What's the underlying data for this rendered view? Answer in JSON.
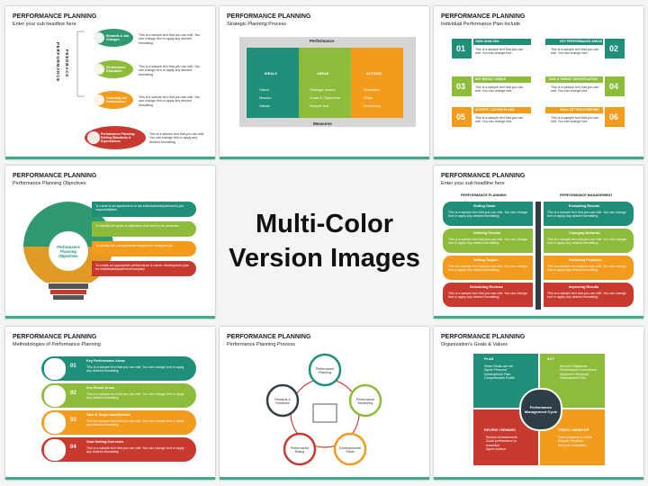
{
  "center": {
    "line1": "Multi-Color",
    "line2": "Version Images"
  },
  "colors": {
    "green": "#2f9a6f",
    "lime": "#8dbb3a",
    "orange": "#f39b1d",
    "red": "#c83a2f",
    "teal": "#1f8f7a",
    "dark": "#2f3e46"
  },
  "s1": {
    "title": "PERFORMANCE PLANNING",
    "sub": "Enter your sub headline here",
    "vertical": [
      "PERFORMANCE",
      "FEEDBACK"
    ],
    "items": [
      {
        "label": "Rewards & Job Changes",
        "text": "This is a sample text that you can edit. You can change font or apply any desired formatting"
      },
      {
        "label": "Performance Evaluation",
        "text": "This is a sample text that you can edit. You can change font or apply any desired formatting"
      },
      {
        "label": "Coaching Job Performance",
        "text": "This is a sample text that you can edit. You can change font or apply any desired formatting"
      },
      {
        "label": "Performance Planning: Setting Standards & Expectations",
        "text": "This is a sample text that you can edit. You can change font or apply any desired formatting"
      }
    ]
  },
  "s2": {
    "title": "PERFORMANCE PLANNING",
    "sub": "Strategic Planning Process",
    "top": "Performance",
    "bottom": "Measures",
    "cols": [
      {
        "head": "IDEALS",
        "items": [
          "Vision",
          "Mission",
          "Values"
        ]
      },
      {
        "head": "AREAS",
        "items": [
          "Strategic Issues",
          "Goals & Objectives",
          "Sample text"
        ]
      },
      {
        "head": "ACTIONS",
        "items": [
          "Strategies",
          "Steps",
          "Monitoring"
        ]
      }
    ]
  },
  "s3": {
    "title": "PERFORMANCE PLANNING",
    "sub": "Individual Performance Plan Include",
    "items": [
      {
        "num": "01",
        "head": "TASK ANALYSIS",
        "text": "This is a sample text that you can edit. You can change font."
      },
      {
        "num": "02",
        "head": "KEY PERFORMANCE AREAS",
        "text": "This is a sample text that you can edit. You can change font."
      },
      {
        "num": "03",
        "head": "KEY RESULT AREAS",
        "text": "This is a sample text that you can edit. You can change font."
      },
      {
        "num": "04",
        "head": "TASK & TARGET IDENTIFICATION",
        "text": "This is a sample text that you can edit. You can change font."
      },
      {
        "num": "05",
        "head": "ACTIVITY / ACTION PLANS",
        "text": "This is a sample text that you can edit. You can change font."
      },
      {
        "num": "06",
        "head": "GOAL SETTING EXERCISE",
        "text": "This is a sample text that you can edit. You can change font."
      }
    ]
  },
  "s4": {
    "title": "PERFORMANCE PLANNING",
    "sub": "Performance Planning Objectives",
    "bulb": "Performance Planning Objectives",
    "items": [
      "To come to an agreement on the individual's/department's job responsibilities",
      "To identify the goals & objectives that need to be achieved",
      "To identify the competencies required for doing the job",
      "To create an appropriate performance & career development plan for individual/department/company"
    ]
  },
  "s6": {
    "title": "PERFORMANCE PLANNING",
    "sub": "Enter your sub headline here",
    "left_head": "PERFORMANCE PLANNING",
    "right_head": "PERFORMANCE MANAGEMENT",
    "left": [
      {
        "head": "Setting Goals",
        "text": "This is a sample text that you can edit. You can change font or apply any desired formatting"
      },
      {
        "head": "Defining Results",
        "text": "This is a sample text that you can edit. You can change font or apply any desired formatting"
      },
      {
        "head": "Setting Targets",
        "text": "This is a sample text that you can edit. You can change font or apply any desired formatting"
      },
      {
        "head": "Scheduling Reviews",
        "text": "This is a sample text that you can edit. You can change font or apply any desired formatting"
      }
    ],
    "right": [
      {
        "head": "Evaluating Results",
        "text": "This is a sample text that you can edit. You can change font or apply any desired formatting"
      },
      {
        "head": "Changing Behavior",
        "text": "This is a sample text that you can edit. You can change font or apply any desired formatting"
      },
      {
        "head": "Resolving Problems",
        "text": "This is a sample text that you can edit. You can change font or apply any desired formatting"
      },
      {
        "head": "Improving Results",
        "text": "This is a sample text that you can edit. You can change font or apply any desired formatting"
      }
    ]
  },
  "s7": {
    "title": "PERFORMANCE PLANNING",
    "sub": "Methodologies of Performance Planning",
    "items": [
      {
        "num": "01",
        "head": "Key Performance Areas",
        "text": "This is a sample text that you can edit. You can change font or apply any desired formatting"
      },
      {
        "num": "02",
        "head": "Key Result Areas",
        "text": "This is a sample text that you can edit. You can change font or apply any desired formatting"
      },
      {
        "num": "03",
        "head": "Task & Target Identification",
        "text": "This is a sample text that you can edit. You can change font or apply any desired formatting"
      },
      {
        "num": "04",
        "head": "Goal Setting Exercises",
        "text": "This is a sample text that you can edit. You can change font or apply any desired formatting"
      }
    ]
  },
  "s8": {
    "title": "PERFORMANCE PLANNING",
    "sub": "Performance Planning Process",
    "nodes": [
      "Performance Planning",
      "Performance Monitoring",
      "Developmental Plans",
      "Performance Rating",
      "Rewards & Feedback"
    ]
  },
  "s9": {
    "title": "PERFORMANCE PLANNING",
    "sub": "Organization's Goals & Values",
    "center": "Performance Management Cycle",
    "quads": [
      {
        "head": "PLAN",
        "items": [
          "Smart Goals are set",
          "Agree Personal Development Plan",
          "Competencies Profile"
        ]
      },
      {
        "head": "ACT",
        "items": [
          "Achieve Objectives",
          "Performance is monitored",
          "Implement Personal Development Plan"
        ]
      },
      {
        "head": "REVIEW / REWARD",
        "items": [
          "Review Achievements",
          "Good performance is rewarded",
          "Agree Actions"
        ]
      },
      {
        "head": "TRACK / MONITOR",
        "items": [
          "Track progress & Goals",
          "Regular feedback",
          "Mid-year evaluation"
        ]
      }
    ]
  }
}
